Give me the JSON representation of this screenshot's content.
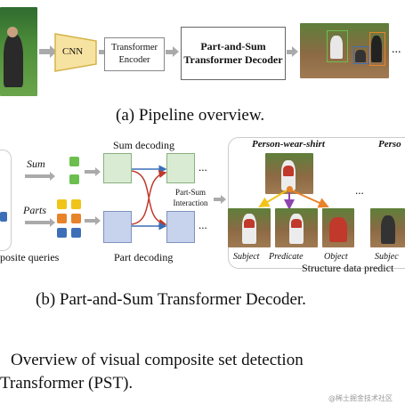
{
  "top": {
    "cnn_label": "CNN",
    "encoder_label": "Transformer Encoder",
    "decoder_label": "Part-and-Sum Transformer Decoder",
    "ellipsis": "...",
    "caption": "(a) Pipeline overview."
  },
  "mid": {
    "sum_label": "Sum",
    "parts_label": "Parts",
    "sum_decoding": "Sum decoding",
    "part_decoding": "Part decoding",
    "interaction_label": "Part-Sum Interaction",
    "dots_top": "...",
    "dots_bottom": "...",
    "queries_label": "posite queries",
    "triplet_title": "Person-wear-shirt",
    "triplet_title_cut": "Perso",
    "roles": [
      "Subject",
      "Predicate",
      "Object",
      "Subjec"
    ],
    "mid_dots": "...",
    "structure_label": "Structure data predict",
    "caption": "(b) Part-and-Sum Transformer Decoder."
  },
  "bottom": {
    "line1": "Overview of visual composite set detection",
    "line2": "Transformer (PST).",
    "watermark": "@稀土掘金技术社区"
  },
  "colors": {
    "cnn_fill": "#f7e3a1",
    "sum_green": "#6cbf4f",
    "sum_box": "#d9ecd3",
    "part_box": "#c7d3ec",
    "arrow_red": "#c0392b",
    "arrow_blue": "#3a6fb5",
    "q_yellow": "#f0c419",
    "q_orange": "#e8832a",
    "q_blue": "#3d6fb8"
  }
}
